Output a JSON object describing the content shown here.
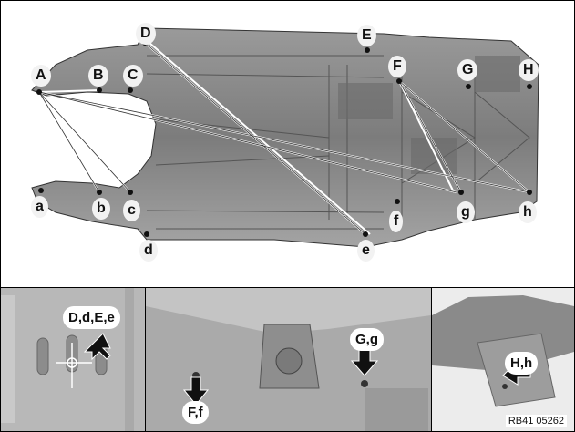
{
  "top_diagram": {
    "measuring_points": {
      "A": "A",
      "B": "B",
      "C": "C",
      "D": "D",
      "E": "E",
      "F": "F",
      "G": "G",
      "H": "H",
      "a": "a",
      "b": "b",
      "c": "c",
      "d": "d",
      "e": "e",
      "f": "f",
      "g": "g",
      "h": "h"
    }
  },
  "detail_views": {
    "view_1_label": "D,d,E,e",
    "view_2_label_left": "F,f",
    "view_2_label_right": "G,g",
    "view_3_label": "H,h"
  },
  "figure_code": "RB41 05262"
}
